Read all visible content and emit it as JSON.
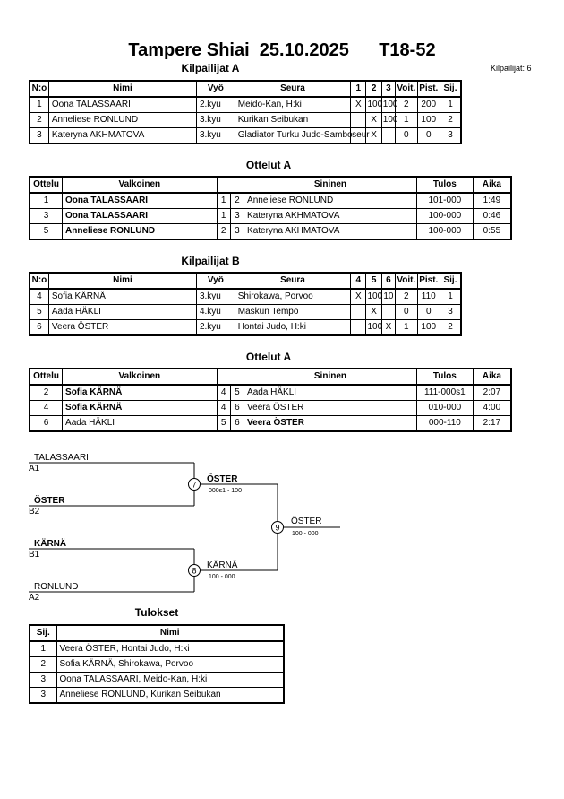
{
  "title": "Tampere Shiai  25.10.2025      T18-52",
  "competitors_count": "Kilpailijat: 6",
  "pool_a": {
    "title": "Kilpailijat A",
    "headers": [
      "N:o",
      "Nimi",
      "Vyö",
      "Seura",
      "1",
      "2",
      "3",
      "Voit.",
      "Pist.",
      "Sij."
    ],
    "rows": [
      [
        "1",
        "Oona TALASSAARI",
        "2.kyu",
        "Meido-Kan, H:ki",
        "X",
        "100",
        "100",
        "2",
        "200",
        "1"
      ],
      [
        "2",
        "Anneliese RONLUND",
        "3.kyu",
        "Kurikan Seibukan",
        "",
        "X",
        "100",
        "1",
        "100",
        "2"
      ],
      [
        "3",
        "Kateryna AKHMATOVA",
        "3.kyu",
        "Gladiator Turku Judo-Sambo",
        "seur",
        "X",
        "",
        "0",
        "0",
        "3"
      ]
    ]
  },
  "matches_a": {
    "title": "Ottelut A",
    "headers": [
      "Ottelu",
      "Valkoinen",
      "",
      "",
      "Sininen",
      "Tulos",
      "Aika"
    ],
    "rows": [
      [
        "1",
        "Oona TALASSAARI",
        "1",
        "2",
        "Anneliese RONLUND",
        "101-000",
        "1:49"
      ],
      [
        "3",
        "Oona TALASSAARI",
        "1",
        "3",
        "Kateryna AKHMATOVA",
        "100-000",
        "0:46"
      ],
      [
        "5",
        "Anneliese RONLUND",
        "2",
        "3",
        "Kateryna AKHMATOVA",
        "100-000",
        "0:55"
      ]
    ]
  },
  "pool_b": {
    "title": "Kilpailijat B",
    "headers": [
      "N:o",
      "Nimi",
      "Vyö",
      "Seura",
      "4",
      "5",
      "6",
      "Voit.",
      "Pist.",
      "Sij."
    ],
    "rows": [
      [
        "4",
        "Sofia KÄRNÄ",
        "3.kyu",
        "Shirokawa, Porvoo",
        "X",
        "100",
        "10",
        "2",
        "110",
        "1"
      ],
      [
        "5",
        "Aada HÄKLI",
        "4.kyu",
        "Maskun Tempo",
        "",
        "X",
        "",
        "0",
        "0",
        "3"
      ],
      [
        "6",
        "Veera ÖSTER",
        "2.kyu",
        "Hontai Judo, H:ki",
        "",
        "100",
        "X",
        "1",
        "100",
        "2"
      ]
    ]
  },
  "matches_b": {
    "title": "Ottelut A",
    "headers": [
      "Ottelu",
      "Valkoinen",
      "",
      "",
      "Sininen",
      "Tulos",
      "Aika"
    ],
    "rows": [
      [
        "2",
        "Sofia KÄRNÄ",
        "4",
        "5",
        "Aada HÄKLI",
        "111-000s1",
        "2:07"
      ],
      [
        "4",
        "Sofia KÄRNÄ",
        "4",
        "6",
        "Veera ÖSTER",
        "010-000",
        "4:00"
      ],
      [
        "6",
        "Aada HÄKLI",
        "5",
        "6",
        "Veera ÖSTER",
        "000-110",
        "2:17"
      ]
    ]
  },
  "bracket": {
    "semi1": {
      "top_name": "TALASSAARI",
      "top_seed": "A1",
      "bottom_name": "ÖSTER",
      "bottom_seed": "B2",
      "match_no": "7",
      "winner": "ÖSTER",
      "score": "000s1 - 100"
    },
    "semi2": {
      "top_name": "KÄRNÄ",
      "top_seed": "B1",
      "bottom_name": "RONLUND",
      "bottom_seed": "A2",
      "match_no": "8",
      "winner": "KÄRNÄ",
      "score": "100 - 000"
    },
    "final": {
      "match_no": "9",
      "winner": "ÖSTER",
      "score": "100 - 000"
    }
  },
  "results": {
    "title": "Tulokset",
    "headers": [
      "Sij.",
      "Nimi"
    ],
    "rows": [
      [
        "1",
        "Veera ÖSTER, Hontai Judo, H:ki"
      ],
      [
        "2",
        "Sofia KÄRNÄ, Shirokawa, Porvoo"
      ],
      [
        "3",
        "Oona TALASSAARI, Meido-Kan, H:ki"
      ],
      [
        "3",
        "Anneliese RONLUND, Kurikan Seibukan"
      ]
    ]
  }
}
